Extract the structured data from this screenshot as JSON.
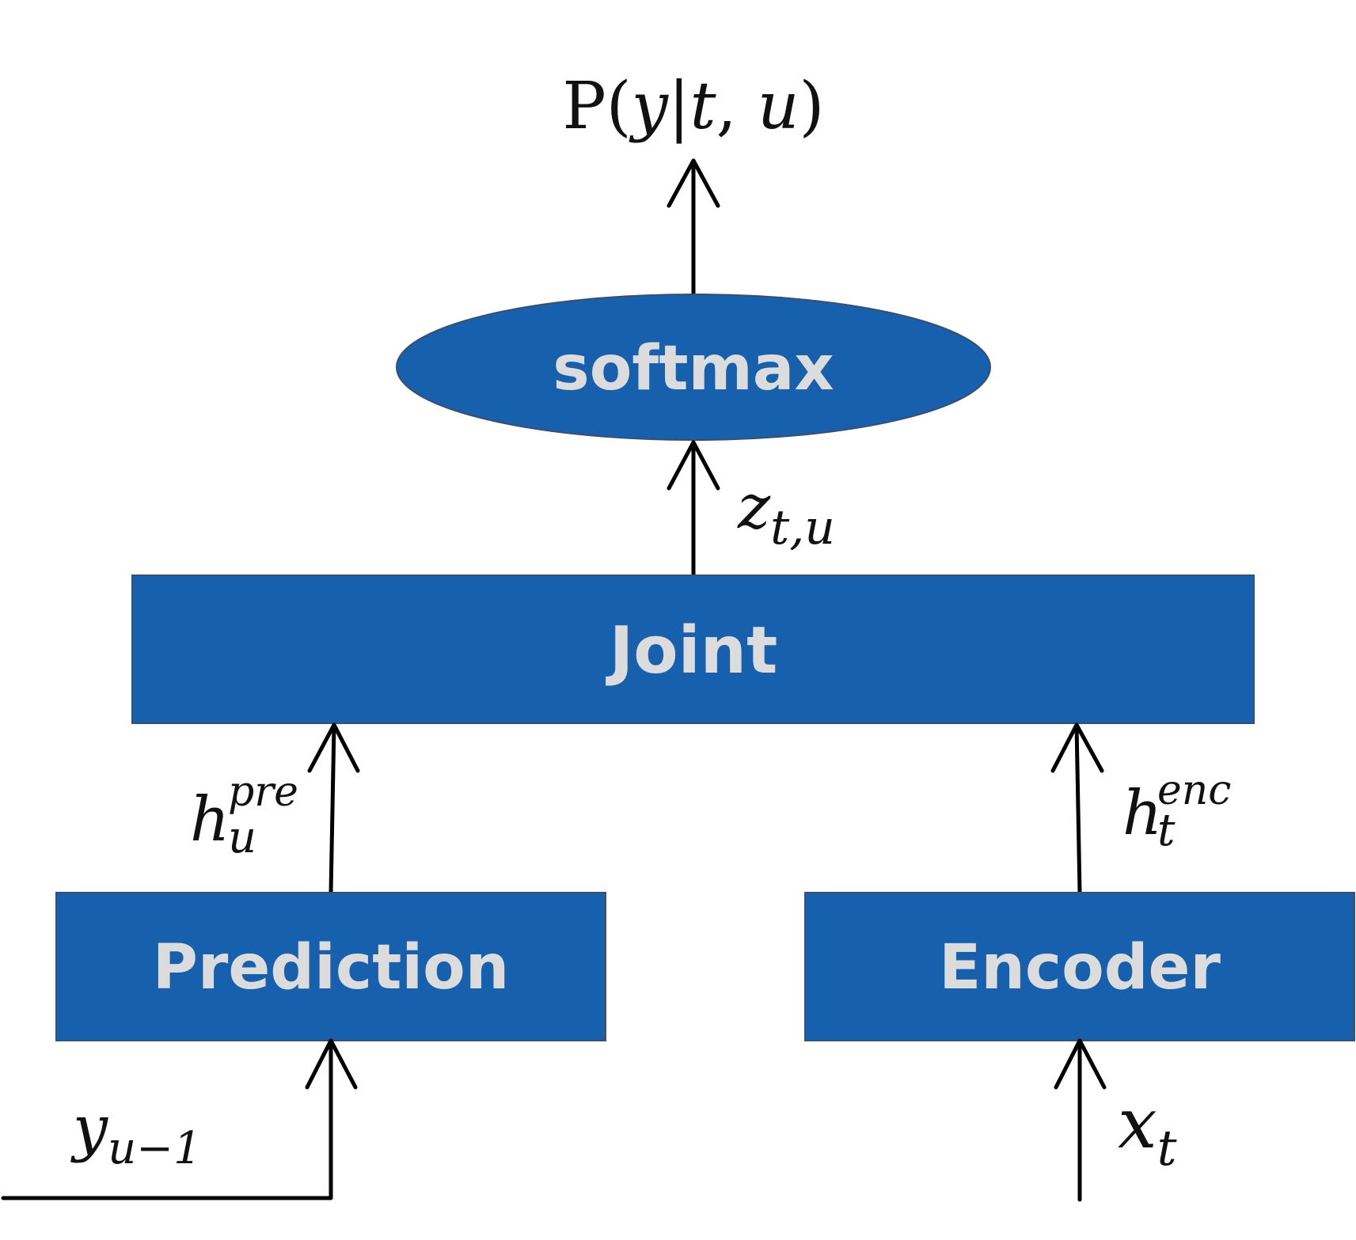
{
  "colors": {
    "box_fill": "#1660ad",
    "box_stroke": "#3a4f6e",
    "label_text": "#dcdcdc",
    "arrow": "#000000"
  },
  "nodes": {
    "softmax": {
      "label": "softmax",
      "shape": "ellipse"
    },
    "joint": {
      "label": "Joint",
      "shape": "rectangle"
    },
    "prediction": {
      "label": "Prediction",
      "shape": "rectangle"
    },
    "encoder": {
      "label": "Encoder",
      "shape": "rectangle"
    }
  },
  "annotations": {
    "output": {
      "open": "P(",
      "y": "y",
      "bar": "|",
      "t": "t",
      "comma": ", ",
      "u": "u",
      "close": ")"
    },
    "z": {
      "base": "z",
      "sub": "t,u"
    },
    "h_pre": {
      "base": "h",
      "sub": "u",
      "sup": "pre"
    },
    "h_enc": {
      "base": "h",
      "sub": "t",
      "sup": "enc"
    },
    "y_prev": {
      "base": "y",
      "sub": "u−1"
    },
    "x": {
      "base": "x",
      "sub": "t"
    }
  },
  "edges": [
    {
      "from": "softmax",
      "to": "output"
    },
    {
      "from": "joint",
      "to": "softmax",
      "label": "z"
    },
    {
      "from": "prediction",
      "to": "joint",
      "label": "h_pre"
    },
    {
      "from": "encoder",
      "to": "joint",
      "label": "h_enc"
    },
    {
      "from": "y_prev",
      "to": "prediction"
    },
    {
      "from": "x",
      "to": "encoder"
    }
  ]
}
